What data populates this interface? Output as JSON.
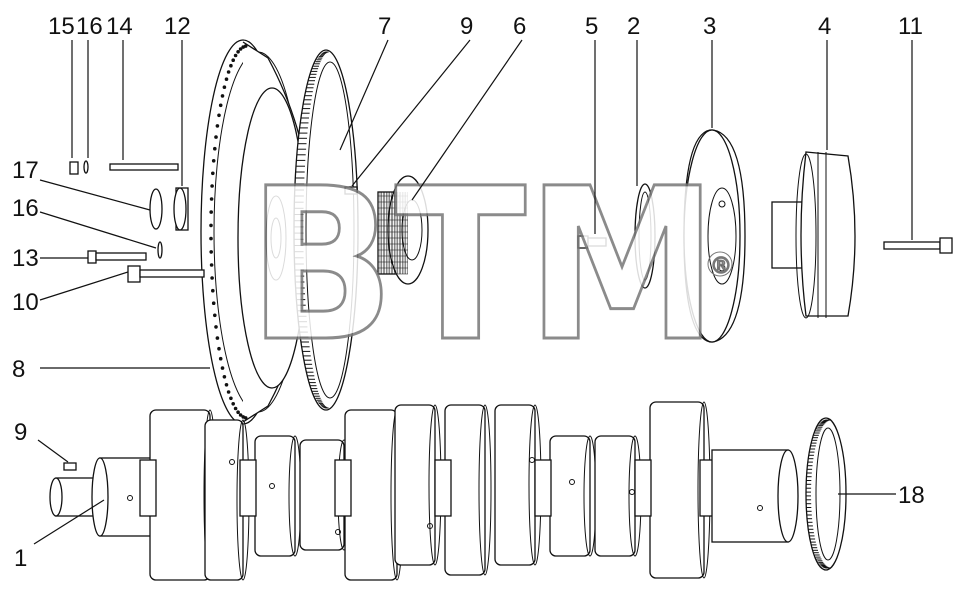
{
  "watermark": {
    "text": "BTM",
    "mark": "®"
  },
  "labels": [
    {
      "id": "l15a",
      "text": "15"
    },
    {
      "id": "l16a",
      "text": "16"
    },
    {
      "id": "l14",
      "text": "14"
    },
    {
      "id": "l12",
      "text": "12"
    },
    {
      "id": "l7",
      "text": "7"
    },
    {
      "id": "l9a",
      "text": "9"
    },
    {
      "id": "l6",
      "text": "6"
    },
    {
      "id": "l5",
      "text": "5"
    },
    {
      "id": "l2",
      "text": "2"
    },
    {
      "id": "l3",
      "text": "3"
    },
    {
      "id": "l4",
      "text": "4"
    },
    {
      "id": "l11",
      "text": "11"
    },
    {
      "id": "l17",
      "text": "17"
    },
    {
      "id": "l16b",
      "text": "16"
    },
    {
      "id": "l13",
      "text": "13"
    },
    {
      "id": "l10",
      "text": "10"
    },
    {
      "id": "l8",
      "text": "8"
    },
    {
      "id": "l9b",
      "text": "9"
    },
    {
      "id": "l1",
      "text": "1"
    },
    {
      "id": "l18",
      "text": "18"
    }
  ]
}
